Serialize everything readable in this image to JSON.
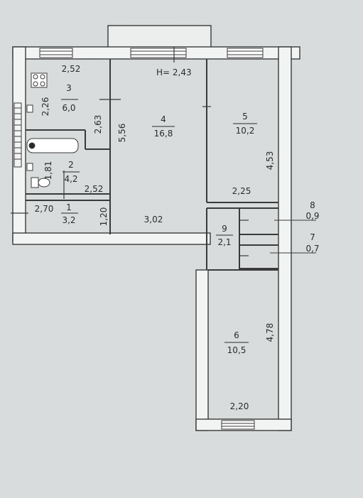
{
  "plan": {
    "ceiling_height": "H= 2,43",
    "rooms": [
      {
        "number": "1",
        "area": "3,2"
      },
      {
        "number": "2",
        "area": "4,2"
      },
      {
        "number": "3",
        "area": "6,0"
      },
      {
        "number": "4",
        "area": "16,8"
      },
      {
        "number": "5",
        "area": "10,2"
      },
      {
        "number": "6",
        "area": "10,5"
      },
      {
        "number": "7",
        "area": "0,7"
      },
      {
        "number": "8",
        "area": "0,9"
      },
      {
        "number": "9",
        "area": "2,1"
      }
    ],
    "dimensions": {
      "kitchen_width": "2,52",
      "kitchen_depth": "2,26",
      "kitchen_partition": "2,63",
      "bath_depth": "1,81",
      "bath_width": "2,52",
      "living_depth": "5,56",
      "hall_width": "2,70",
      "hall_depth": "1,20",
      "corridor_length": "3,02",
      "bedroom5_depth": "4,53",
      "bedroom5_width": "2,25",
      "bedroom6_depth": "4,78",
      "bedroom6_width": "2,20"
    }
  }
}
